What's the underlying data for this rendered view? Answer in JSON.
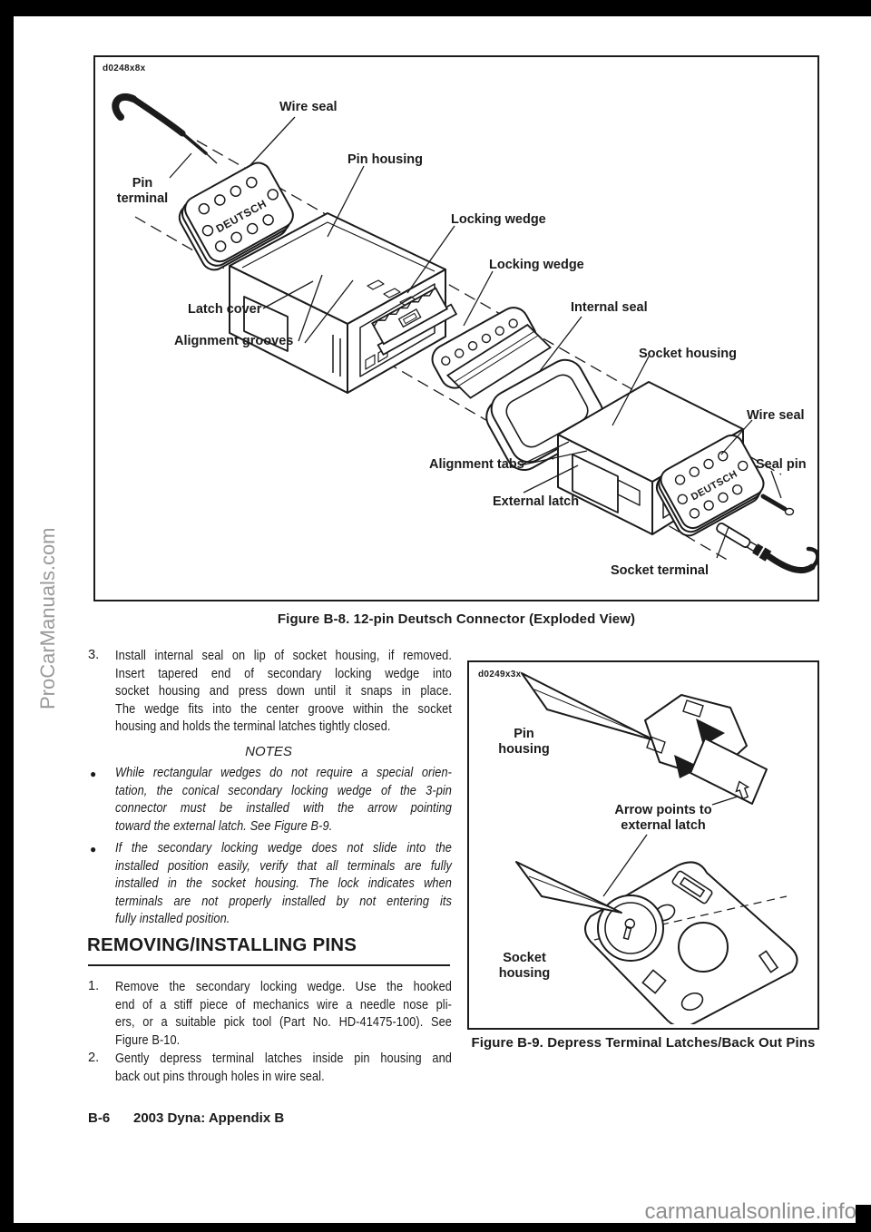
{
  "figure_b8": {
    "code": "d0248x8x",
    "caption": "Figure B-8. 12-pin Deutsch Connector (Exploded View)",
    "deutsch": "DEUTSCH",
    "labels": {
      "wire_seal_top": "Wire seal",
      "pin_housing": "Pin housing",
      "pin_terminal": [
        "Pin",
        "terminal"
      ],
      "latch_cover": "Latch cover",
      "alignment_grooves": "Alignment grooves",
      "locking_wedge_upper": "Locking wedge",
      "locking_wedge_lower": "Locking wedge",
      "internal_seal": "Internal seal",
      "socket_housing": "Socket housing",
      "wire_seal_right": "Wire seal",
      "alignment_tabs": "Alignment tabs",
      "seal_pin": "Seal pin",
      "external_latch": "External latch",
      "socket_terminal": "Socket terminal"
    }
  },
  "figure_b9": {
    "code": "d0249x3x",
    "caption": "Figure B-9. Depress Terminal Latches/Back Out Pins",
    "labels": {
      "pin_housing": [
        "Pin",
        "housing"
      ],
      "arrow_note": [
        "Arrow points to",
        "external latch"
      ],
      "socket_housing": [
        "Socket",
        "housing"
      ]
    }
  },
  "content": {
    "bullet_char": "●",
    "step3": {
      "num": "3.",
      "lines": [
        "Install internal seal on lip of socket housing, if removed.",
        "Insert tapered end of secondary locking wedge into",
        "socket housing and press down until it snaps in place.",
        "The wedge fits into the center groove within the socket",
        "housing and holds the terminal latches tightly closed."
      ]
    },
    "notes_title": "NOTES",
    "notes": [
      {
        "lines": [
          "While rectangular wedges do not require a special orien-",
          "tation, the conical secondary locking wedge of the 3-pin",
          "connector must be installed with the arrow pointing",
          "toward the external latch. See Figure B-9."
        ]
      },
      {
        "lines": [
          "If the secondary locking wedge does not slide into the",
          "installed position easily, verify that all terminals are fully",
          "installed in the socket housing. The lock indicates when",
          "terminals are not properly installed by not entering its",
          "fully installed position."
        ]
      }
    ],
    "section_heading": "REMOVING/INSTALLING PINS",
    "step1": {
      "num": "1.",
      "lines": [
        "Remove the secondary locking wedge. Use the hooked",
        "end of a stiff piece of mechanics wire a needle nose pli-",
        "ers, or a suitable pick tool (Part No. HD-41475-100). See",
        "Figure B-10."
      ]
    },
    "step2": {
      "num": "2.",
      "lines": [
        "Gently depress terminal latches inside pin housing and",
        "back out pins through holes in wire seal."
      ]
    }
  },
  "footer": {
    "page_number": "B-6",
    "doc_title": "2003 Dyna: Appendix B"
  },
  "watermarks": {
    "left": "ProCarManuals.com",
    "bottom_right": "carmanualsonline.info"
  },
  "colors": {
    "ink": "#1b1b1b",
    "paper": "#ffffff",
    "watermark_gray": "#9a9a9a",
    "scan_border": "#000000"
  }
}
